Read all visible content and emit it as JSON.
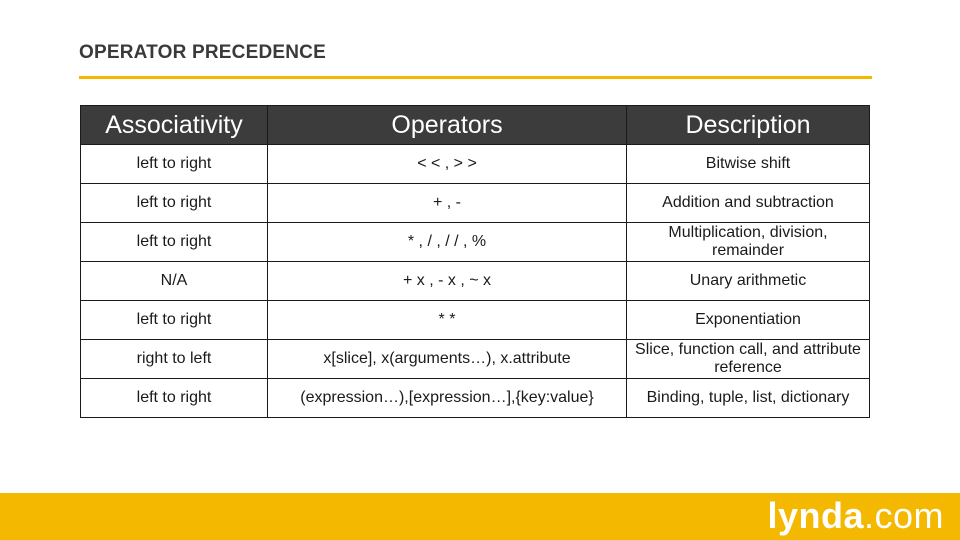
{
  "slide": {
    "title": "OPERATOR PRECEDENCE"
  },
  "table": {
    "headers": [
      "Associativity",
      "Operators",
      "Description"
    ],
    "rows": [
      {
        "associativity": "left to right",
        "operators": "< < ,  > >",
        "description": "Bitwise shift"
      },
      {
        "associativity": "left to right",
        "operators": "+ , -",
        "description": "Addition and subtraction"
      },
      {
        "associativity": "left to right",
        "operators": "* , / , / / , %",
        "description": "Multiplication, division, remainder"
      },
      {
        "associativity": "N/A",
        "operators": "+ x , - x , ~ x",
        "description": "Unary arithmetic"
      },
      {
        "associativity": "left to right",
        "operators": "* *",
        "description": "Exponentiation"
      },
      {
        "associativity": "right to left",
        "operators": "x[slice], x(arguments…), x.attribute",
        "description": "Slice, function call, and attribute reference"
      },
      {
        "associativity": "left to right",
        "operators": "(expression…),[expression…],{key:value}",
        "description": "Binding, tuple, list, dictionary"
      }
    ]
  },
  "footer": {
    "logo_word": "lynda",
    "logo_suffix": ".com"
  },
  "colors": {
    "accent": "#f5b800",
    "header_bg": "#3c3c3c"
  }
}
